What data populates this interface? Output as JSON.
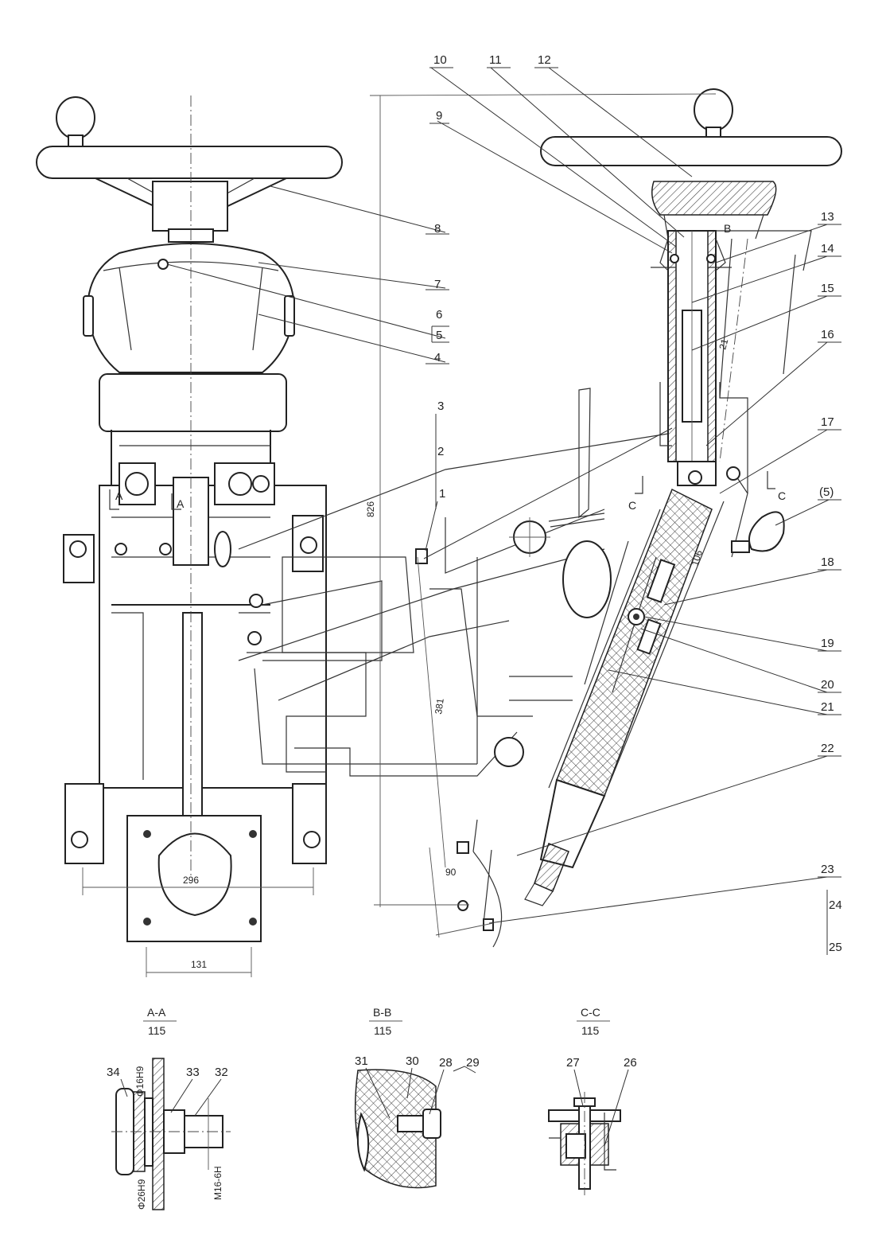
{
  "part_numbers": {
    "p1": "1",
    "p2": "2",
    "p3": "3",
    "p4": "4",
    "p5": "5",
    "p6": "6",
    "p7": "7",
    "p8": "8",
    "p9": "9",
    "p10": "10",
    "p11": "11",
    "p12": "12",
    "p13": "13",
    "p14": "14",
    "p15": "15",
    "p16": "16",
    "p17": "17",
    "p5b": "(5)",
    "p18": "18",
    "p19": "19",
    "p20": "20",
    "p21": "21",
    "p22": "22",
    "p23": "23",
    "p24": "24",
    "p25": "25",
    "p26": "26",
    "p27": "27",
    "p28": "28",
    "p29": "29",
    "p30": "30",
    "p31": "31",
    "p32": "32",
    "p33": "33",
    "p34": "34"
  },
  "dimensions": {
    "height": "826",
    "width_base": "296",
    "width_plate": "131",
    "offset_381": "381",
    "offset_90": "90",
    "angle_106": "106",
    "small_21": "21"
  },
  "section_markers": {
    "a1": "A",
    "a2": "A",
    "b": "B",
    "c1": "C",
    "c2": "C"
  },
  "sections": {
    "aa_name": "A-A",
    "aa_scale": "115",
    "bb_name": "B-B",
    "bb_scale": "115",
    "cc_name": "C-C",
    "cc_scale": "115"
  },
  "section_dims": {
    "d1": "Φ16H9",
    "d2": "Φ26H9",
    "thread": "M16-6H"
  }
}
